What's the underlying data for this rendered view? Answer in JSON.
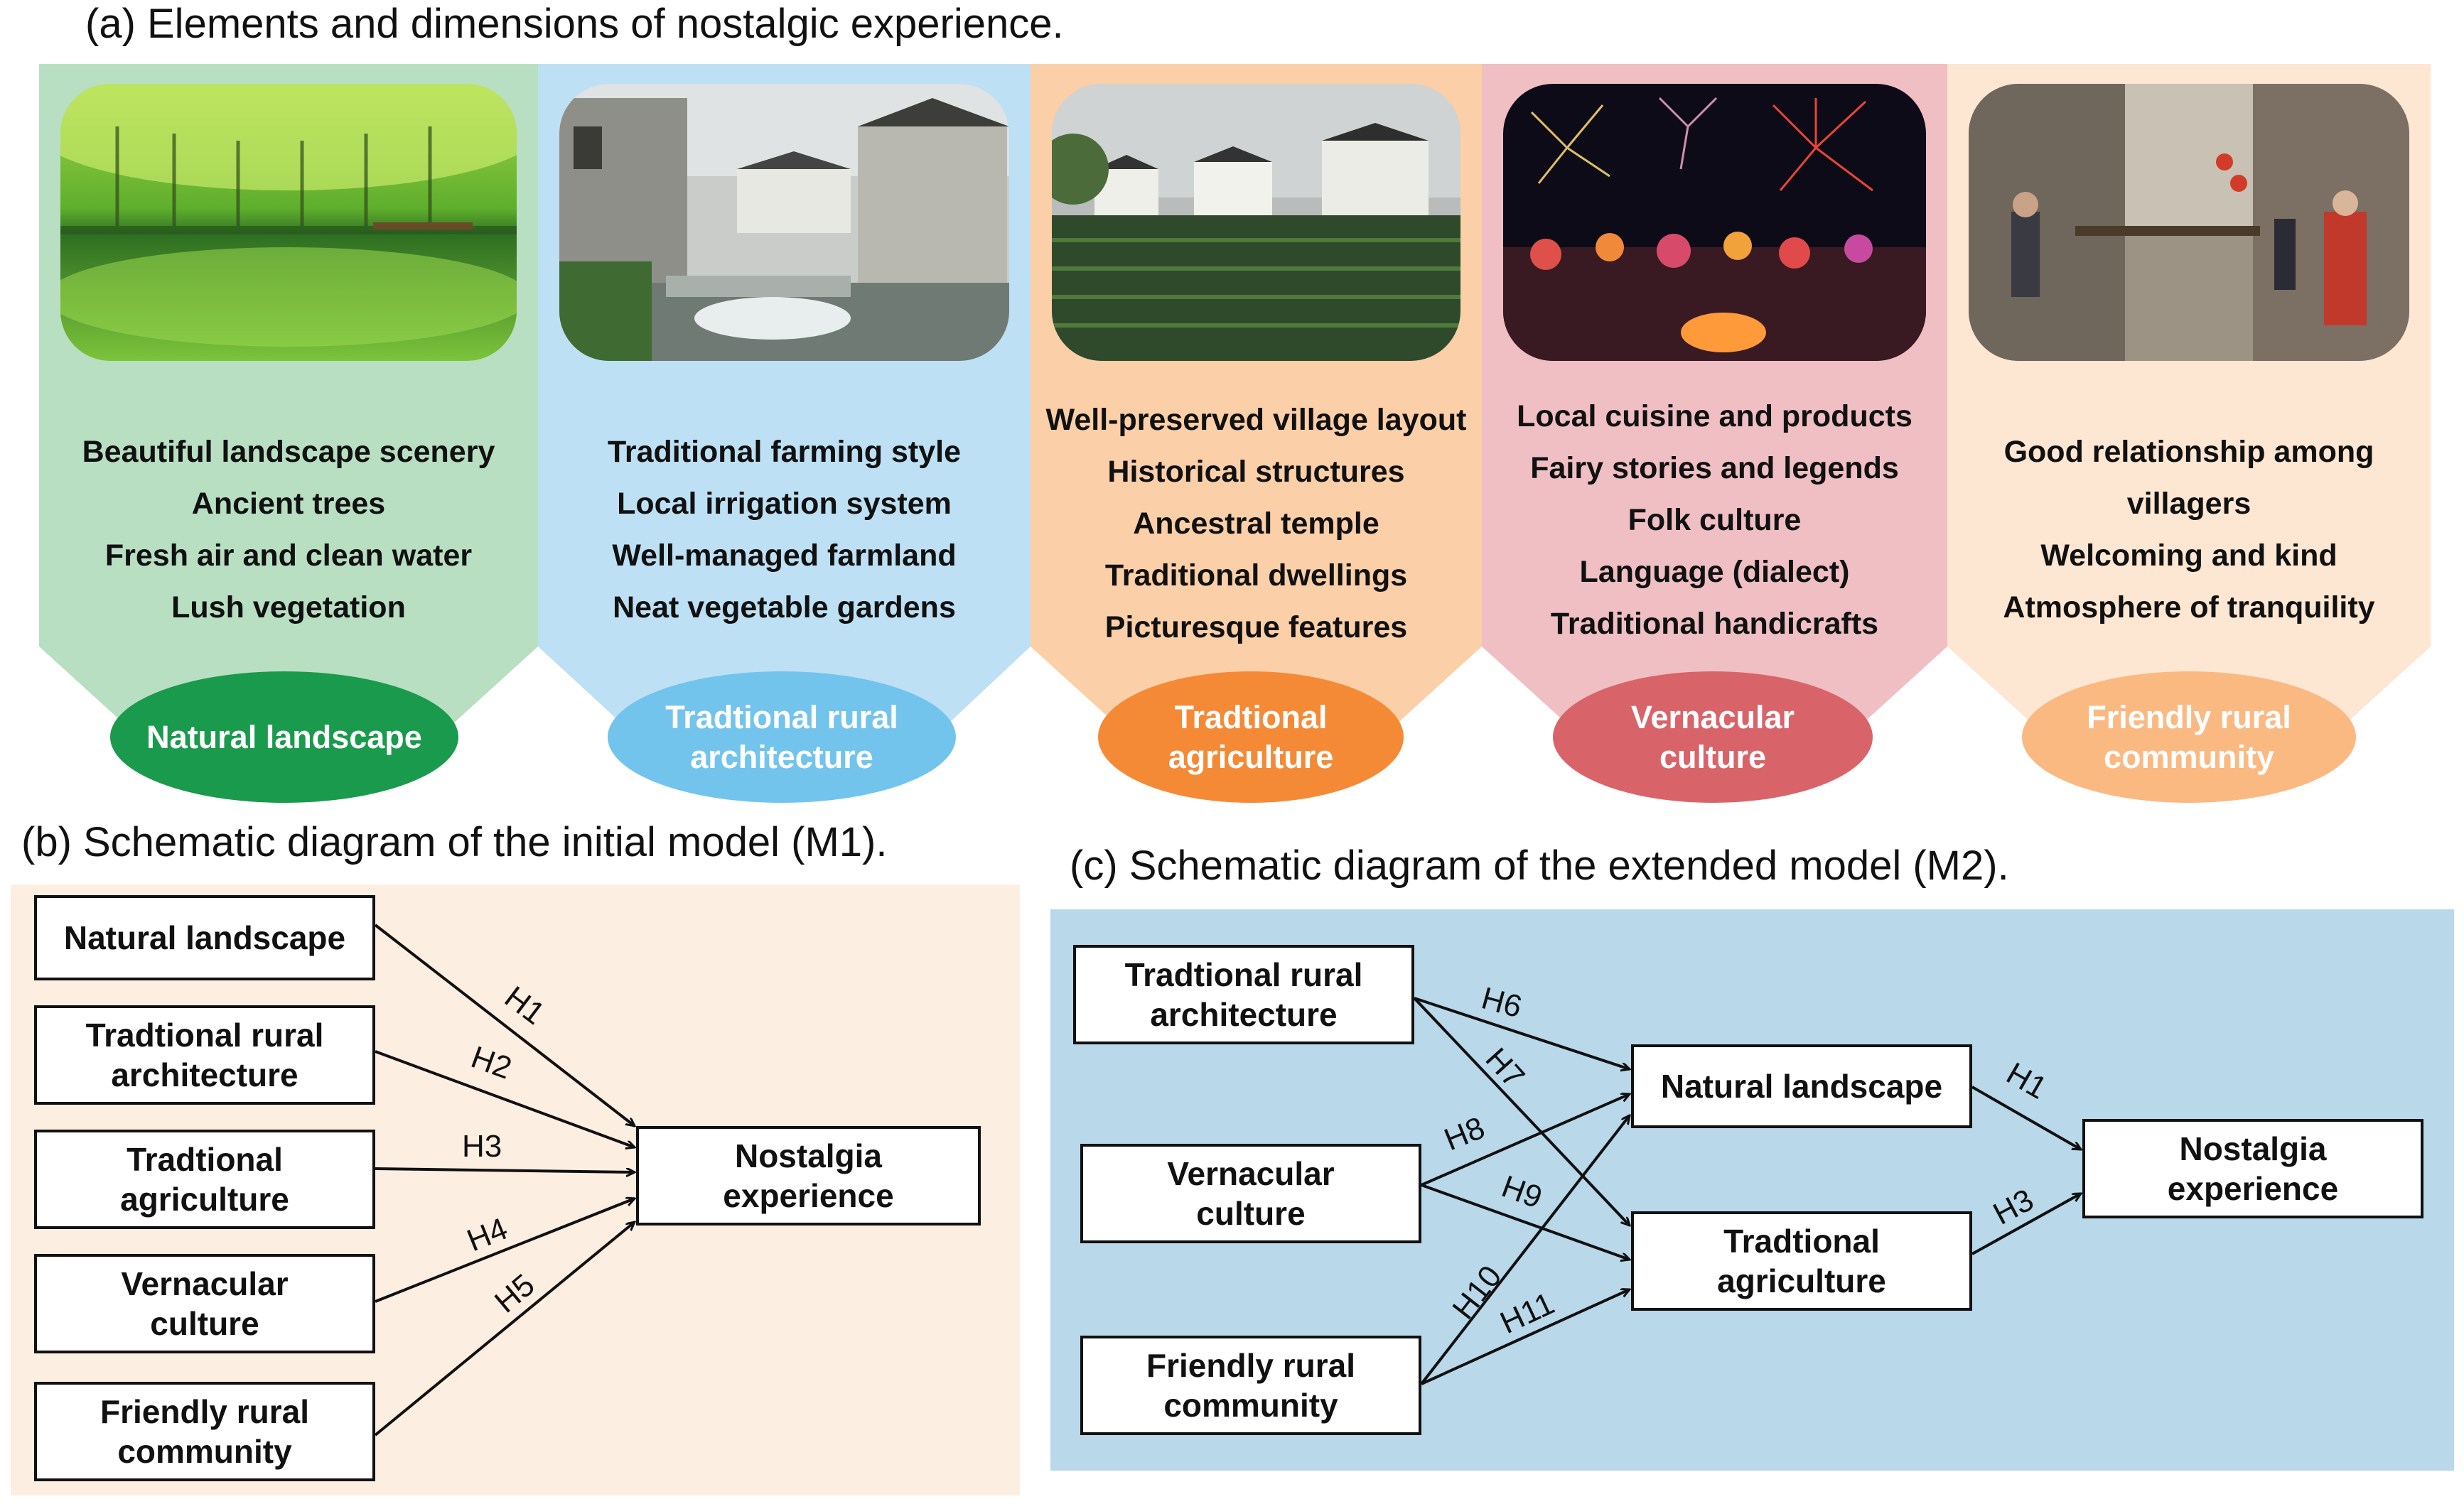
{
  "panel_a": {
    "title": "(a) Elements and dimensions of nostalgic experience.",
    "columns": [
      {
        "photo": "lush riverside trees reflecting in water",
        "items": [
          "Beautiful landscape scenery",
          "Ancient trees",
          "Fresh air and clean water",
          "Lush vegetation"
        ],
        "label": "Natural landscape",
        "bg_color": "#b8dfc1",
        "ellipse_color": "#1a9a4c"
      },
      {
        "photo": "traditional village street with canal",
        "items": [
          "Traditional farming style",
          "Local irrigation system",
          "Well-managed farmland",
          "Neat vegetable gardens"
        ],
        "label": "Tradtional rural\narchitecture",
        "bg_color": "#bde0f4",
        "ellipse_color": "#72c4ec"
      },
      {
        "photo": "vegetable fields in front of white village houses",
        "items": [
          "Well-preserved village layout",
          "Historical structures",
          "Ancestral temple",
          "Traditional dwellings",
          "Picturesque features"
        ],
        "label": "Tradtional\nagriculture",
        "bg_color": "#fbcfa8",
        "ellipse_color": "#f58a36"
      },
      {
        "photo": "fireworks over a lantern festival",
        "items": [
          "Local cuisine and products",
          "Fairy stories and legends",
          "Folk culture",
          "Language (dialect)",
          "Traditional handicrafts"
        ],
        "label": "Vernacular\nculture",
        "bg_color": "#efbfc3",
        "ellipse_color": "#d8646a"
      },
      {
        "photo": "villagers in an old town street",
        "items": [
          "Good relationship among",
          "villagers",
          "Welcoming and kind",
          "Atmosphere of tranquility"
        ],
        "label": "Friendly rural\ncommunity",
        "bg_color": "#fde6d2",
        "ellipse_color": "#fbb982"
      }
    ]
  },
  "panel_b": {
    "title": "(b) Schematic diagram of the initial model (M1).",
    "bg_color": "#fdeee2",
    "boxes": {
      "natural": "Natural landscape",
      "architecture": "Tradtional rural\narchitecture",
      "agriculture": "Tradtional\nagriculture",
      "vernacular": "Vernacular\nculture",
      "friendly": "Friendly rural\ncommunity",
      "nostalgia": "Nostalgia\nexperience"
    },
    "paths": [
      "H1",
      "H2",
      "H3",
      "H4",
      "H5"
    ]
  },
  "panel_c": {
    "title": "(c)  Schematic diagram of the extended model  (M2).",
    "bg_color": "#b9d8ea",
    "boxes": {
      "architecture": "Tradtional rural\narchitecture",
      "vernacular": "Vernacular\nculture",
      "friendly": "Friendly rural\ncommunity",
      "natural": "Natural landscape",
      "agriculture": "Tradtional\nagriculture",
      "nostalgia": "Nostalgia\nexperience"
    },
    "paths": [
      "H6",
      "H7",
      "H8",
      "H9",
      "H10",
      "H11",
      "H1",
      "H3"
    ]
  }
}
